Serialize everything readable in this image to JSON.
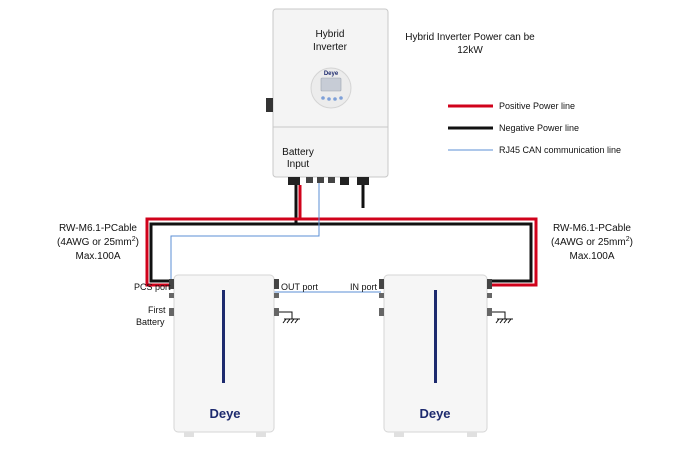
{
  "inverter": {
    "title_line1": "Hybrid",
    "title_line2": "Inverter",
    "brand": "Deye",
    "battery_input_line1": "Battery",
    "battery_input_line2": "Input"
  },
  "note": {
    "line1": "Hybrid Inverter Power can be",
    "line2": "12kW"
  },
  "legend": {
    "items": [
      {
        "label": "Positive Power line",
        "color": "#d0021b"
      },
      {
        "label": "Negative Power line",
        "color": "#111111"
      },
      {
        "label": "RJ45 CAN communication line",
        "color": "#5b8fd6"
      }
    ]
  },
  "cable_left": {
    "line1": "RW-M6.1-PCable",
    "line2_pre": "(4AWG or 25mm",
    "line2_sup": "2",
    "line2_post": ")",
    "line3": "Max.100A"
  },
  "cable_right": {
    "line1": "RW-M6.1-PCable",
    "line2_pre": "(4AWG or 25mm",
    "line2_sup": "2",
    "line2_post": ")",
    "line3": "Max.100A"
  },
  "battery_left": {
    "pcs_port": "PCS port",
    "out_port": "OUT port",
    "first_line1": "First",
    "first_line2": "Battery",
    "brand": "Deye"
  },
  "battery_right": {
    "in_port": "IN port",
    "brand": "Deye"
  }
}
